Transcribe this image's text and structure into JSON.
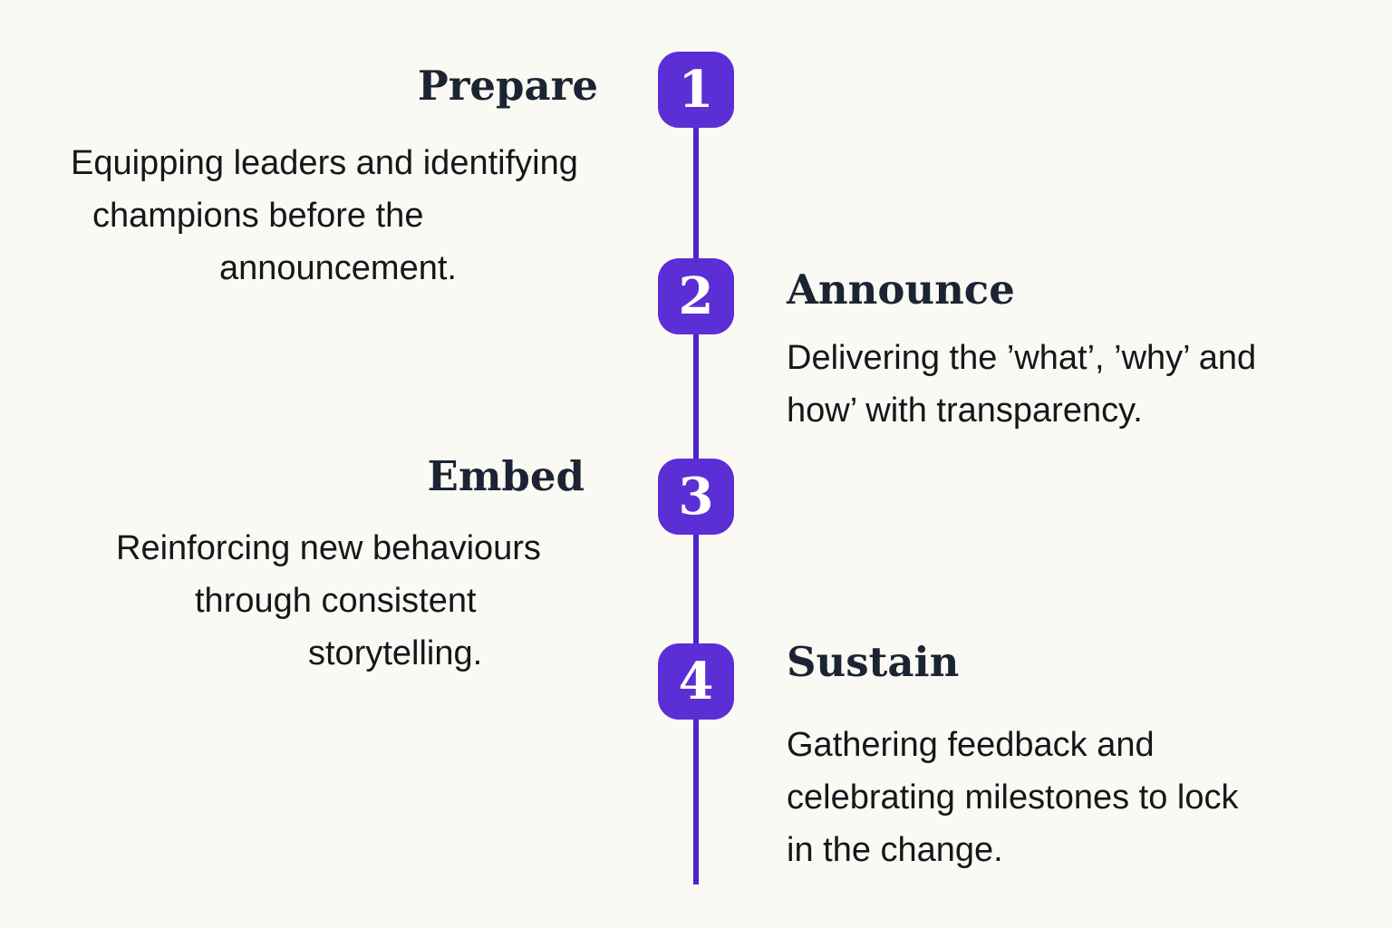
{
  "page": {
    "background": "#FBF9F3",
    "accent": "#5B2FD5",
    "line_color": "#4D26CB",
    "title_color": "#1C2433",
    "body_color": "#15171B",
    "number_color": "#FFFFFF"
  },
  "timeline": {
    "steps": [
      {
        "number": "1",
        "title": "Prepare",
        "side": "left",
        "lines": [
          "Equipping leaders and identifying",
          "champions before the",
          "announcement."
        ]
      },
      {
        "number": "2",
        "title": "Announce",
        "side": "right",
        "lines": [
          "Delivering the ’what’, ’why’ and",
          "how’ with transparency."
        ]
      },
      {
        "number": "3",
        "title": "Embed",
        "side": "left",
        "lines": [
          "Reinforcing new behaviours",
          "through consistent",
          "storytelling."
        ]
      },
      {
        "number": "4",
        "title": "Sustain",
        "side": "right",
        "lines": [
          "Gathering feedback and",
          "celebrating milestones to lock",
          "in the change."
        ]
      }
    ]
  }
}
